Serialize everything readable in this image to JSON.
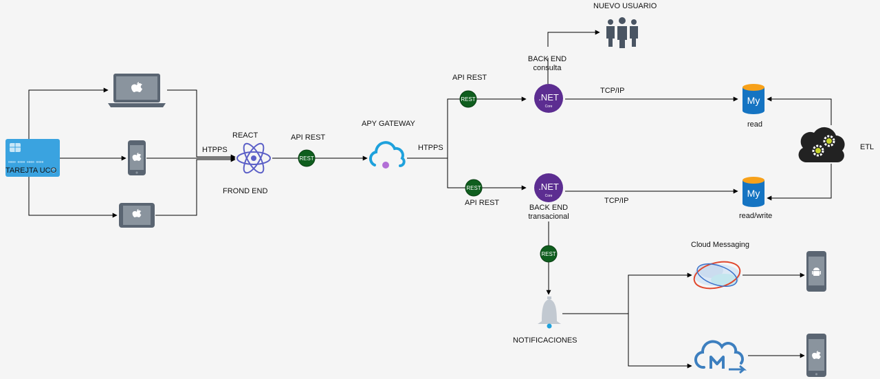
{
  "labels": {
    "card": "TAREJTA UCO",
    "https_left": "HTPPS",
    "react": "REACT",
    "front_end": "FROND END",
    "api_rest_1": "API REST",
    "gateway": "APY GATEWAY",
    "https_right": "HTPPS",
    "api_rest_top": "API REST",
    "api_rest_bottom": "API REST",
    "backend_query": "BACK END\nconsulta",
    "new_user": "NUEVO USUARIO",
    "backend_tx": "BACK END\ntransacional",
    "tcp_top": "TCP/IP",
    "tcp_bottom": "TCP/IP",
    "db_read": "read",
    "db_rw": "read/write",
    "etl": "ETL",
    "cloud_messaging": "Cloud Messaging",
    "notifications": "NOTIFICACIONES",
    "rest_badge": "REST",
    "net_text": ".NET",
    "net_sub": "Core",
    "mysql_text": "My"
  },
  "icons": {
    "laptop": "apple-laptop-icon",
    "phone": "apple-phone-icon",
    "tablet": "apple-tablet-icon",
    "card": "credit-card-icon",
    "react": "react-icon",
    "gateway": "api-gateway-cloud-icon",
    "dotnet": "dotnet-core-icon",
    "mysql": "mysql-database-icon",
    "users": "users-group-icon",
    "etl": "etl-gears-cloud-icon",
    "bell": "notification-bell-icon",
    "fcm": "cloud-messaging-icon",
    "apns": "cloud-push-icon",
    "android": "android-phone-icon",
    "ios": "apple-phone-icon"
  },
  "colors": {
    "device": "#5a6572",
    "device_screen": "#8a949e",
    "card": "#3aa3e0",
    "react": "#5b5fc7",
    "gateway": "#1ea1dc",
    "rest": "#0f5e1e",
    "dotnet": "#5c2d91",
    "mysql": "#1574c2",
    "users": "#4a5563",
    "etl": "#222222",
    "bell": "#c2c9d1"
  }
}
